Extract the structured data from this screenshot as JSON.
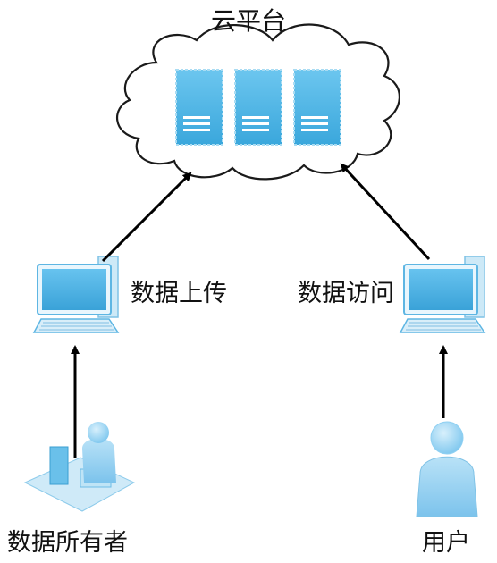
{
  "labels": {
    "cloud_platform": "云平台",
    "data_upload": "数据上传",
    "data_access": "数据访问",
    "data_owner": "数据所有者",
    "user": "用户"
  },
  "nodes": {
    "cloud": {
      "server_count": 3
    },
    "owner_computer": {
      "icon": "desktop-computer-icon"
    },
    "user_computer": {
      "icon": "desktop-computer-icon"
    },
    "data_owner": {
      "icon": "person-at-desk-icon"
    },
    "user": {
      "icon": "person-icon"
    }
  },
  "edges": [
    {
      "from": "data_owner",
      "to": "owner_computer"
    },
    {
      "from": "owner_computer",
      "to": "cloud",
      "label": "数据上传"
    },
    {
      "from": "user",
      "to": "user_computer"
    },
    {
      "from": "user_computer",
      "to": "cloud",
      "label": "数据访问"
    }
  ],
  "colors": {
    "server_fill": "#4bb5e6",
    "screen_fill": "#4db3e8",
    "person_fill": "#8fd0f2",
    "outline": "#1a1a1a",
    "arrow": "#000000"
  }
}
